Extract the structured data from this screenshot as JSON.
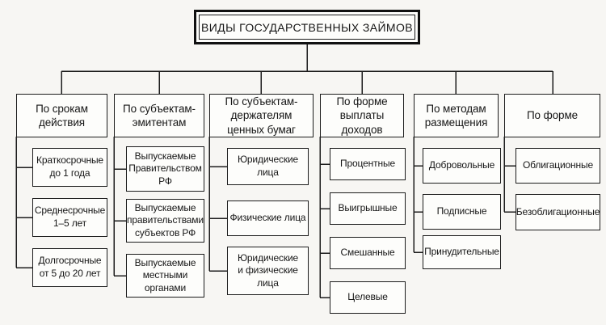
{
  "title": "ВИДЫ ГОСУДАРСТВЕННЫХ ЗАЙМОВ",
  "colors": {
    "line": "#1c1c1c",
    "box_background": "#fdfdfb",
    "page_background": "#f7f6f3",
    "text": "#161616"
  },
  "columns": [
    {
      "label": "По срокам\nдействия",
      "children": [
        "Краткосрочные\nдо 1 года",
        "Среднесрочные\n1–5 лет",
        "Долгосрочные\nот 5 до 20 лет"
      ]
    },
    {
      "label": "По субъектам-\nэмитентам",
      "children": [
        "Выпускаемые\nПравительством\nРФ",
        "Выпускаемые\nправительствами\nсубъектов РФ",
        "Выпускаемые\nместными\nорганами"
      ]
    },
    {
      "label": "По субъектам-\nдержателям\nценных бумаг",
      "children": [
        "Юридические\nлица",
        "Физические лица",
        "Юридические\nи физические\nлица"
      ]
    },
    {
      "label": "По форме\nвыплаты\nдоходов",
      "children": [
        "Процентные",
        "Выигрышные",
        "Смешанные",
        "Целевые"
      ]
    },
    {
      "label": "По методам\nразмещения",
      "children": [
        "Добровольные",
        "Подписные",
        "Принудительные"
      ]
    },
    {
      "label": "По форме",
      "children": [
        "Облигационные",
        "Безоблигационные"
      ]
    }
  ]
}
